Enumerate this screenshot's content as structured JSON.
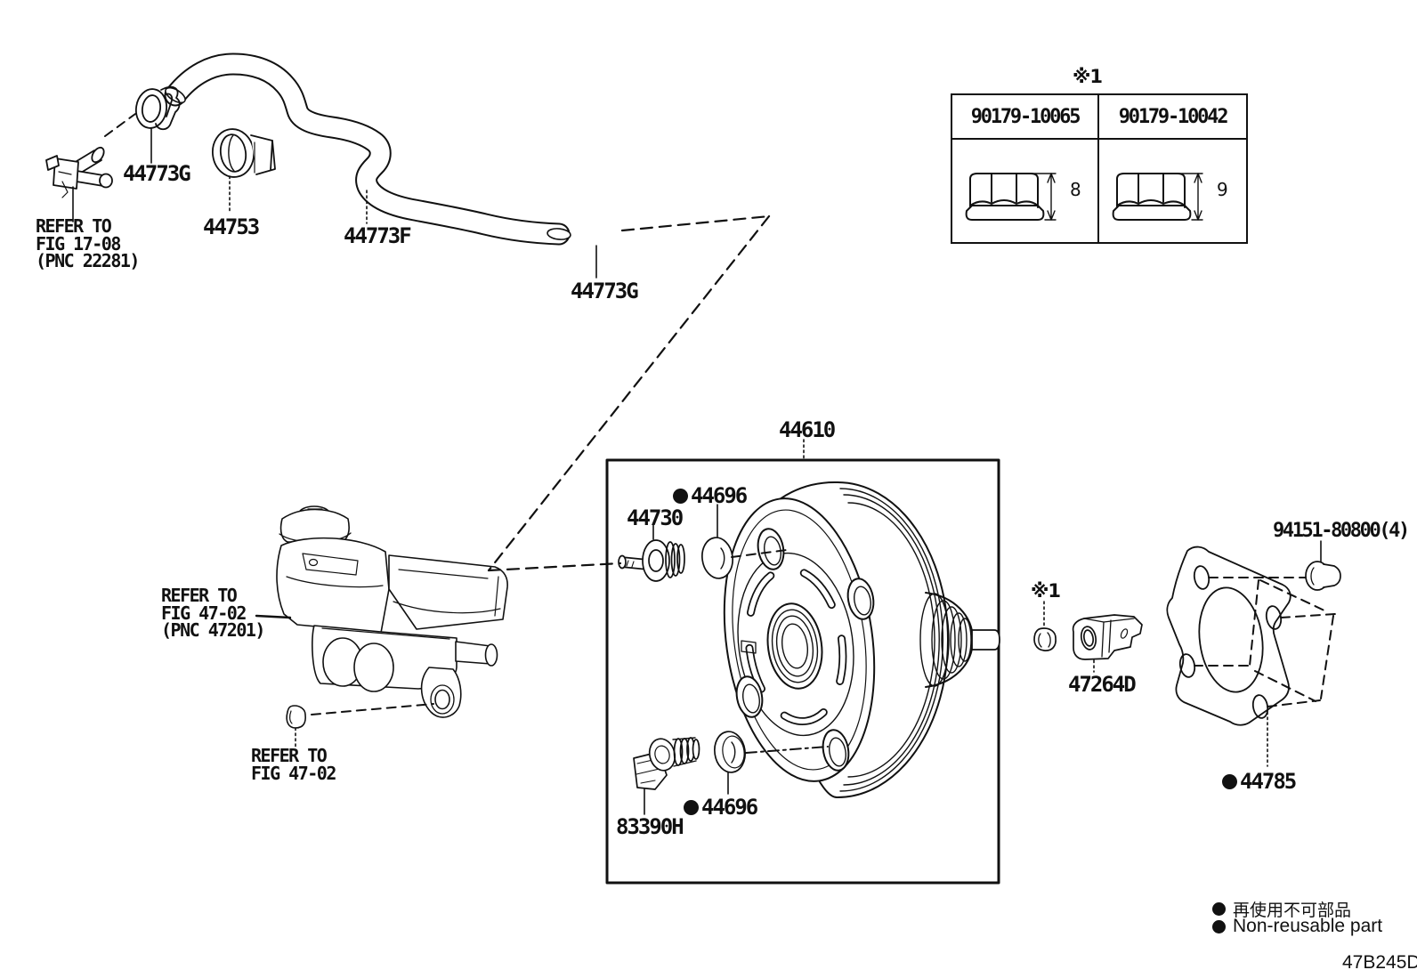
{
  "figure": {
    "code": "47B245D"
  },
  "note_symbol": "※1",
  "labels": {
    "clamp_hose_1": "44773G",
    "clamp_44753": "44753",
    "hose": "44773F",
    "clamp_hose_2": "44773G",
    "booster": "44610",
    "grommet_1": "44696",
    "grommet_2": "44696",
    "pushrod_clevis": "44730",
    "sensor": "83390H",
    "bracket": "47264D",
    "gasket": "44785",
    "bolts": "94151-80800(4)"
  },
  "refer_notes": {
    "fig_17_08": [
      "REFER TO",
      "FIG 17-08",
      "(PNC 22281)"
    ],
    "fig_47_02_main": [
      "REFER TO",
      "FIG 47-02",
      "(PNC 47201)"
    ],
    "fig_47_02_small": [
      "REFER TO",
      "FIG 47-02"
    ]
  },
  "nut_table": {
    "note": "※1",
    "columns": [
      {
        "part_no": "90179-10065",
        "dim": "8"
      },
      {
        "part_no": "90179-10042",
        "dim": "9"
      }
    ]
  },
  "legend": {
    "jp": "再使用不可部品",
    "en": "Non-reusable part"
  }
}
